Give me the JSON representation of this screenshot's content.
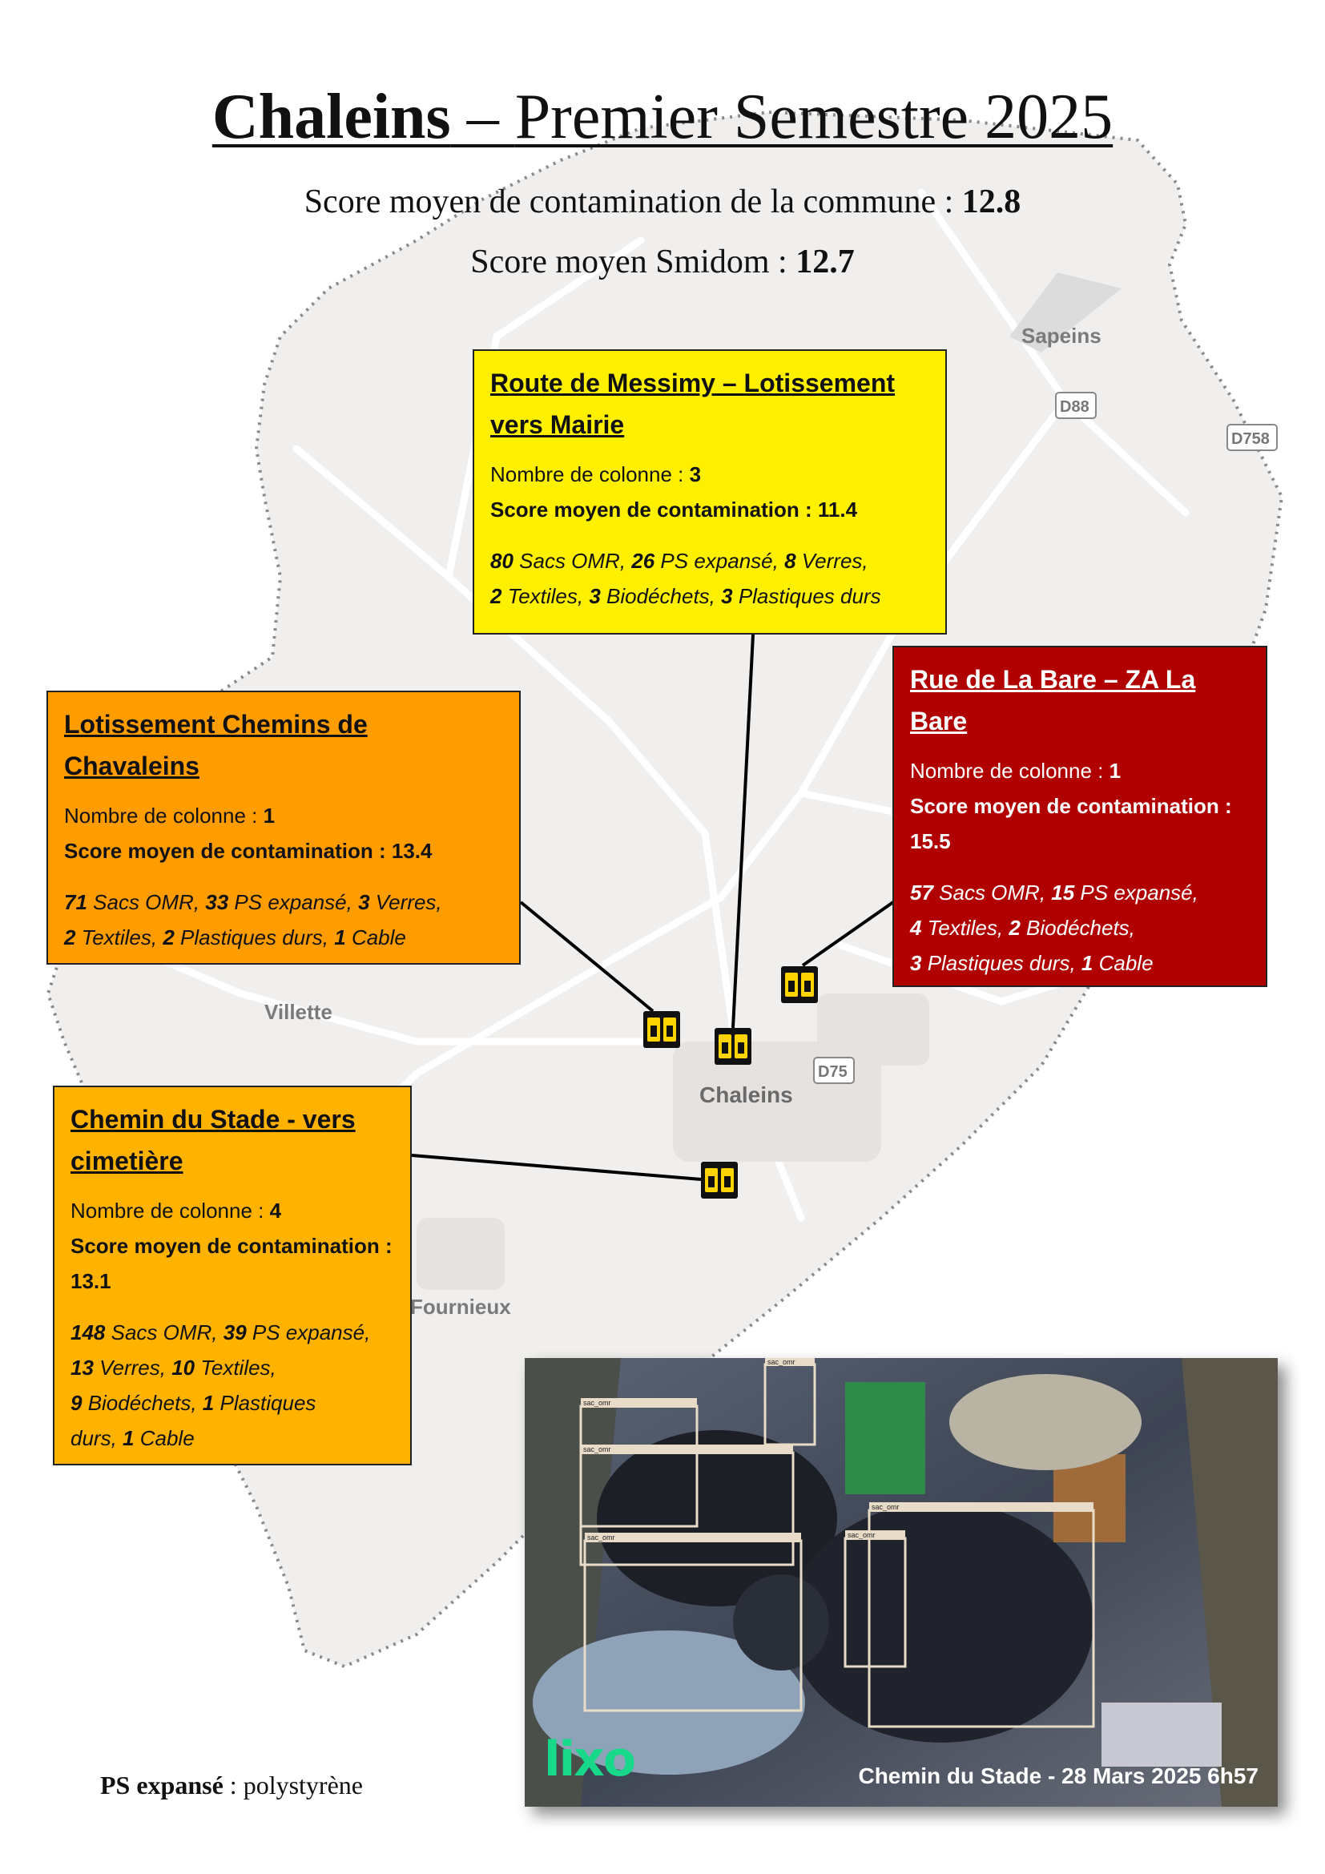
{
  "title": {
    "commune": "Chaleins",
    "separator": " – ",
    "period": "Premier Semestre 2025"
  },
  "score_commune": {
    "label": "Score moyen de contamination de la commune : ",
    "value": "12.8"
  },
  "score_smidom": {
    "label": "Score moyen Smidom : ",
    "value": "12.7"
  },
  "map_labels": {
    "sapeins": "Sapeins",
    "d88": "D88",
    "d758": "D758",
    "villette": "Villette",
    "d75": "D75",
    "chaleins": "Chaleins",
    "fournieux": "Fournieux"
  },
  "zones": [
    {
      "title": "Route de Messimy – Lotissement vers Mairie",
      "color": "#fff000",
      "colonnes_label": "Nombre de colonne : ",
      "colonnes": "3",
      "score_label": "Score moyen de contamination : ",
      "score": "11.4",
      "line1": [
        {
          "n": "80",
          "t": " Sacs OMR, "
        },
        {
          "n": "26",
          "t": " PS expansé, "
        },
        {
          "n": "8",
          "t": " Verres,"
        }
      ],
      "line2": [
        {
          "n": "2",
          "t": " Textiles, "
        },
        {
          "n": "3",
          "t": " Biodéchets, "
        },
        {
          "n": "3",
          "t": " Plastiques durs"
        }
      ]
    },
    {
      "title": "Lotissement Chemins de Chavaleins",
      "color": "#ff9c00",
      "colonnes_label": "Nombre de colonne : ",
      "colonnes": "1",
      "score_label": "Score moyen de contamination : ",
      "score": "13.4",
      "line1": [
        {
          "n": "71",
          "t": " Sacs OMR, "
        },
        {
          "n": "33",
          "t": " PS expansé, "
        },
        {
          "n": "3",
          "t": " Verres,"
        }
      ],
      "line2": [
        {
          "n": "2",
          "t": " Textiles, "
        },
        {
          "n": "2",
          "t": " Plastiques durs, "
        },
        {
          "n": "1",
          "t": " Cable"
        }
      ]
    },
    {
      "title": "Rue de La Bare – ZA La Bare",
      "color": "#b00000",
      "colonnes_label": "Nombre de colonne : ",
      "colonnes": "1",
      "score_label": "Score moyen de contamination : ",
      "score": "15.5",
      "line1": [
        {
          "n": "57",
          "t": " Sacs OMR, "
        },
        {
          "n": "15",
          "t": " PS expansé,"
        }
      ],
      "line2": [
        {
          "n": "4",
          "t": " Textiles, "
        },
        {
          "n": "2",
          "t": " Biodéchets,"
        }
      ],
      "line3": [
        {
          "n": "3",
          "t": " Plastiques durs, "
        },
        {
          "n": "1",
          "t": " Cable"
        }
      ]
    },
    {
      "title": "Chemin du Stade - vers cimetière",
      "color": "#ffb200",
      "colonnes_label": "Nombre de colonne : ",
      "colonnes": "4",
      "score_label": "Score moyen de contamination : ",
      "score": "13.1",
      "line1": [
        {
          "n": "148",
          "t": " Sacs OMR, "
        },
        {
          "n": "39",
          "t": " PS expansé,"
        }
      ],
      "line2": [
        {
          "n": "13",
          "t": " Verres, "
        },
        {
          "n": "10",
          "t": " Textiles,"
        }
      ],
      "line3": [
        {
          "n": "9",
          "t": " Biodéchets, "
        },
        {
          "n": "1",
          "t": " Plastiques"
        }
      ],
      "line4": [
        {
          "t": "durs, "
        },
        {
          "n": "1",
          "t": " Cable"
        }
      ]
    }
  ],
  "photo": {
    "caption": "Chemin du Stade - 28 Mars 2025 6h57",
    "logo": "lixo",
    "detection_label": "sac_omr"
  },
  "footnote": {
    "term": "PS expansé",
    "definition": " : polystyrène"
  }
}
